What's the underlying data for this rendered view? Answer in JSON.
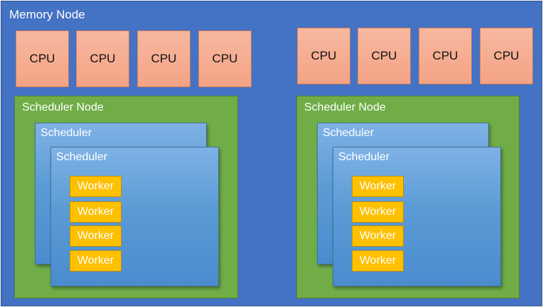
{
  "memory_node": {
    "label": "Memory Node"
  },
  "left_group": {
    "cpus": [
      "CPU",
      "CPU",
      "CPU",
      "CPU"
    ],
    "scheduler_node": {
      "label": "Scheduler Node",
      "back_scheduler": "Scheduler",
      "front_scheduler": "Scheduler",
      "workers": [
        "Worker",
        "Worker",
        "Worker",
        "Worker"
      ]
    }
  },
  "right_group": {
    "cpus": [
      "CPU",
      "CPU",
      "CPU",
      "CPU"
    ],
    "scheduler_node": {
      "label": "Scheduler Node",
      "back_scheduler": "Scheduler",
      "front_scheduler": "Scheduler",
      "workers": [
        "Worker",
        "Worker",
        "Worker",
        "Worker"
      ]
    }
  },
  "colors": {
    "memory_node": "#4472c4",
    "cpu": "#f4a385",
    "scheduler_node": "#70ad47",
    "scheduler": "#5b9bd5",
    "worker": "#ffc000"
  }
}
